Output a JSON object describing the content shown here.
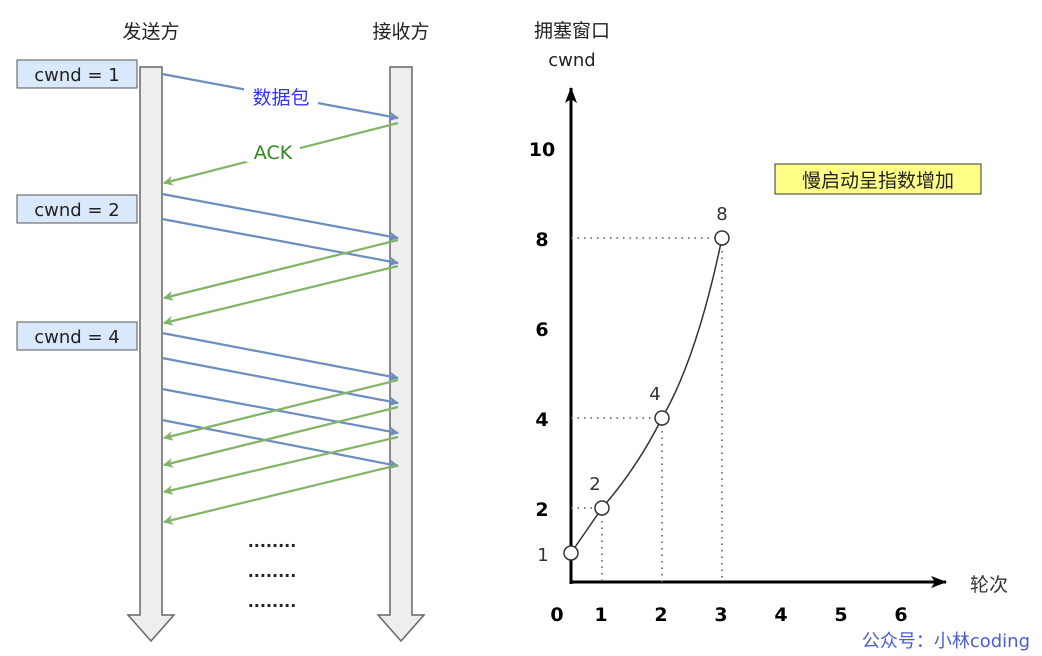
{
  "sender_label": "发送方",
  "receiver_label": "接收方",
  "cwnd_boxes": [
    "cwnd = 1",
    "cwnd = 2",
    "cwnd = 4"
  ],
  "packet_label": "数据包",
  "ack_label": "ACK",
  "ellipsis": [
    "........",
    "........",
    "........"
  ],
  "colors": {
    "data_arrow": "#6c8ebf",
    "ack_arrow": "#82b366",
    "packet_text": "#3333ff",
    "ack_text": "#2d8a1e",
    "cwnd_box_fill": "#dae8fc",
    "note_fill": "#ffff88",
    "watermark": "#4a5cd6"
  },
  "chart_data": {
    "type": "line",
    "title": "拥塞窗口",
    "ylabel": "cwnd",
    "xlabel": "轮次",
    "x_ticks": [
      "0",
      "1",
      "2",
      "3",
      "4",
      "5",
      "6"
    ],
    "y_ticks": [
      "2",
      "4",
      "6",
      "8",
      "10"
    ],
    "points": [
      {
        "x": 0,
        "y": 1,
        "label": "1"
      },
      {
        "x": 1,
        "y": 2,
        "label": "2"
      },
      {
        "x": 2,
        "y": 4,
        "label": "4"
      },
      {
        "x": 3,
        "y": 8,
        "label": "8"
      }
    ],
    "annotation": "慢启动呈指数增加"
  },
  "watermark": "公众号：小林coding"
}
